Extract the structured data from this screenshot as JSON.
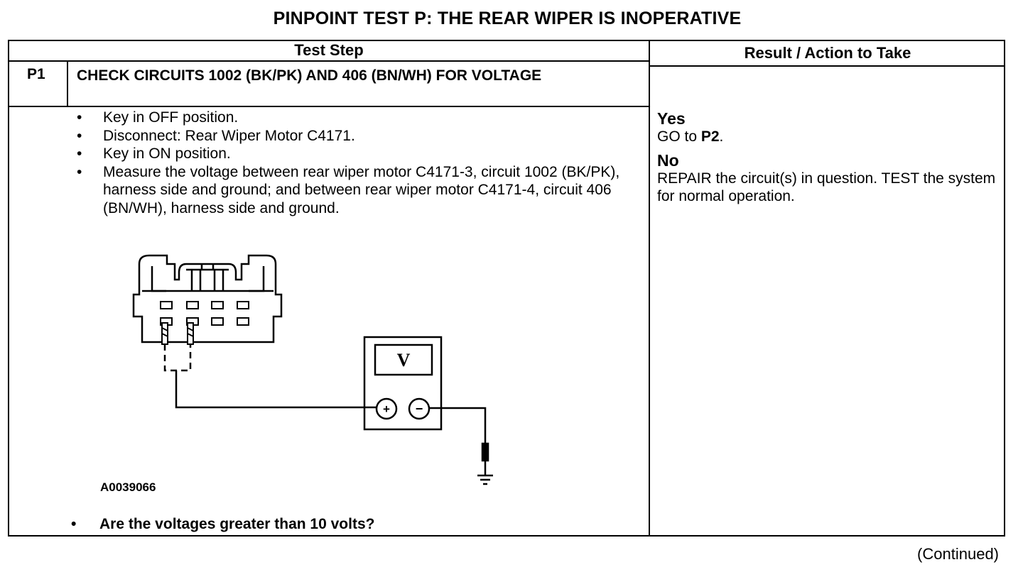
{
  "title": "PINPOINT TEST P: THE REAR WIPER IS INOPERATIVE",
  "table": {
    "col_step": "Test Step",
    "col_result": "Result / Action to Take"
  },
  "step": {
    "id": "P1",
    "title": "CHECK CIRCUITS 1002 (BK/PK) AND 406 (BN/WH) FOR VOLTAGE",
    "bullets": [
      "Key in OFF position.",
      "Disconnect: Rear Wiper Motor C4171.",
      "Key in ON position.",
      "Measure the voltage between rear wiper motor C4171-3, circuit 1002 (BK/PK), harness side and ground; and between rear wiper motor C4171-4, circuit 406 (BN/WH), harness side and ground."
    ],
    "figure_id": "A0039066",
    "question": "Are the voltages greater than 10 volts?"
  },
  "meter": {
    "display": "V",
    "plus": "+",
    "minus": "−"
  },
  "result": {
    "yes_label": "Yes",
    "yes_prefix": "GO to ",
    "yes_target": "P2",
    "yes_suffix": ".",
    "no_label": "No",
    "no_text": "REPAIR the circuit(s) in question. TEST the system for normal operation."
  },
  "footer": "(Continued)"
}
